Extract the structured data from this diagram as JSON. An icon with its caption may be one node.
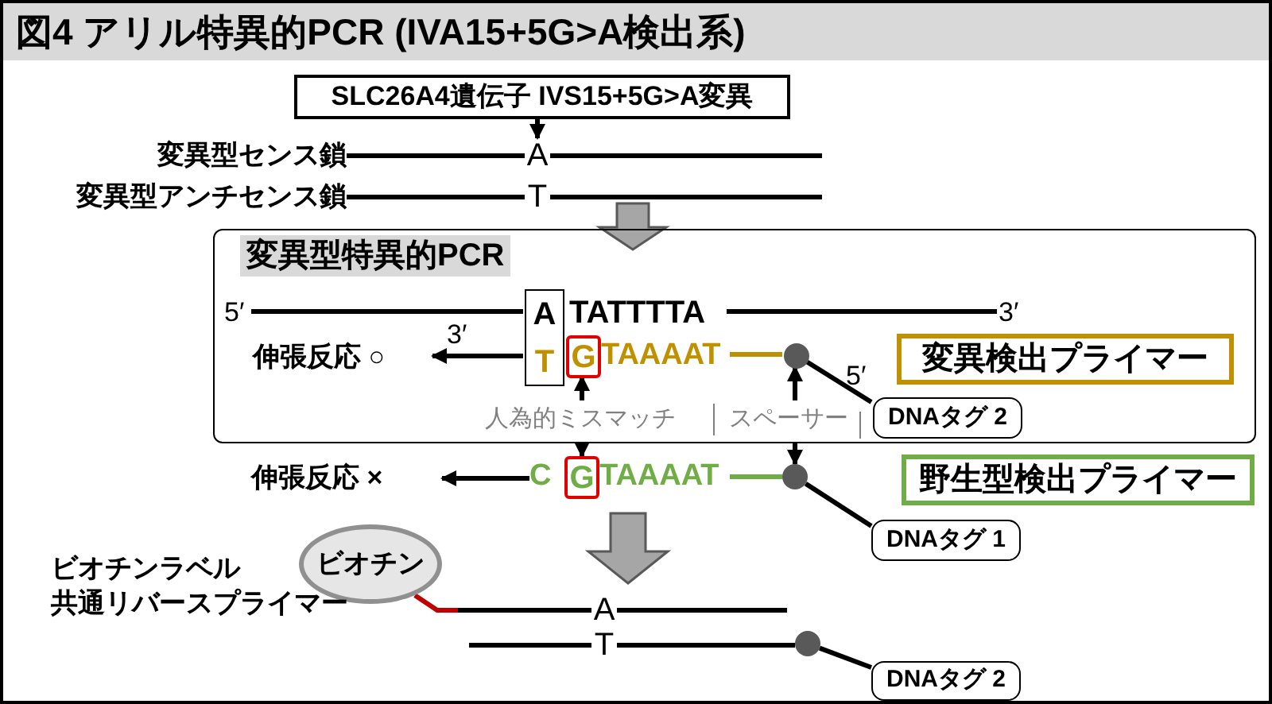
{
  "diagram": {
    "title": "図4 アリル特異的PCR (IVA15+5G>A検出系)",
    "nodes": [
      {
        "text": [
          "SLC26A4遺伝子 IVS15+5G>A変異"
        ]
      },
      {
        "text": [
          "A"
        ]
      },
      {
        "text": [
          "T"
        ]
      },
      {
        "text": [
          "変異型特異的PCR"
        ]
      },
      {
        "text": [
          "A",
          "T"
        ],
        "in": 3
      },
      {
        "text": [
          "G"
        ],
        "in": 3
      },
      {
        "text": [],
        "shape": "circle",
        "in": 3
      },
      {
        "text": [
          "伸張反応 ○"
        ],
        "in": 3
      },
      {
        "text": [
          "変異検出プライマー"
        ],
        "in": 3
      },
      {
        "text": [
          "DNAタグ 2"
        ],
        "in": 3
      },
      {
        "text": [
          "人為的ミスマッチ"
        ],
        "in": 3
      },
      {
        "text": [
          "スペーサー"
        ],
        "in": 3
      },
      {
        "text": [
          "伸張反応 ×"
        ]
      },
      {
        "text": [
          "G"
        ]
      },
      {
        "text": [],
        "shape": "circle"
      },
      {
        "text": [
          "野生型検出プライマー"
        ]
      },
      {
        "text": [
          "DNAタグ 1"
        ]
      },
      {
        "text": [
          "ビオチン"
        ]
      },
      {
        "text": [
          "A"
        ]
      },
      {
        "text": [
          "T"
        ]
      },
      {
        "text": [],
        "shape": "circle"
      },
      {
        "text": [
          "DNAタグ 2"
        ]
      },
      {
        "text": [
          "変異型センス鎖"
        ]
      },
      {
        "text": [
          "変異型アンチセンス鎖"
        ]
      },
      {
        "text": [
          "5′"
        ],
        "in": 3
      },
      {
        "text": [
          "TATTTTA"
        ],
        "in": 3
      },
      {
        "text": [
          "3′"
        ],
        "in": 3
      },
      {
        "text": [
          "TAAAAT"
        ],
        "in": 3
      },
      {
        "text": [
          "C"
        ]
      },
      {
        "text": [
          "TAAAAT"
        ]
      }
    ],
    "edges": [
      {
        "from": 0,
        "to": 1,
        "arrow": "to"
      },
      {
        "from": 4,
        "to": 7,
        "arrow": "to"
      },
      {
        "from": 10,
        "to": 5,
        "arrow": "to"
      },
      {
        "from": 11,
        "to": 6,
        "arrow": "to"
      },
      {
        "from": 6,
        "to": 9,
        "arrow": "none"
      },
      {
        "from": 3,
        "to": 13,
        "arrow": "to"
      },
      {
        "from": 3,
        "to": 14,
        "arrow": "to"
      },
      {
        "from": 28,
        "to": 12,
        "arrow": "to"
      },
      {
        "from": 14,
        "to": 16,
        "arrow": "none"
      },
      {
        "from": 17,
        "to": 18,
        "arrow": "none",
        "color": "#c00000"
      },
      {
        "from": 20,
        "to": 21,
        "arrow": "none"
      },
      {
        "from": 22,
        "to": 1,
        "arrow": "none"
      },
      {
        "from": 1,
        "to": null,
        "arrow": "none"
      },
      {
        "from": 23,
        "to": 2,
        "arrow": "none"
      },
      {
        "from": 2,
        "to": null,
        "arrow": "none"
      },
      {
        "from": 24,
        "to": 4,
        "arrow": "none"
      },
      {
        "from": 25,
        "to": 26,
        "arrow": "none"
      },
      {
        "from": 27,
        "to": 6,
        "arrow": "none",
        "color": "#bf9000"
      },
      {
        "from": 29,
        "to": 14,
        "arrow": "none",
        "color": "#70ad47"
      },
      {
        "from": 18,
        "to": null,
        "arrow": "none"
      },
      {
        "from": null,
        "to": 19,
        "arrow": "none"
      },
      {
        "from": 19,
        "to": 20,
        "arrow": "none"
      },
      {
        "from": 13,
        "to": 18,
        "arrow": "to",
        "style": "thick",
        "color": "#a6a6a6"
      }
    ],
    "labels": [
      "3′",
      "5′",
      "ビオチンラベル",
      "共通リバースプライマー"
    ]
  }
}
